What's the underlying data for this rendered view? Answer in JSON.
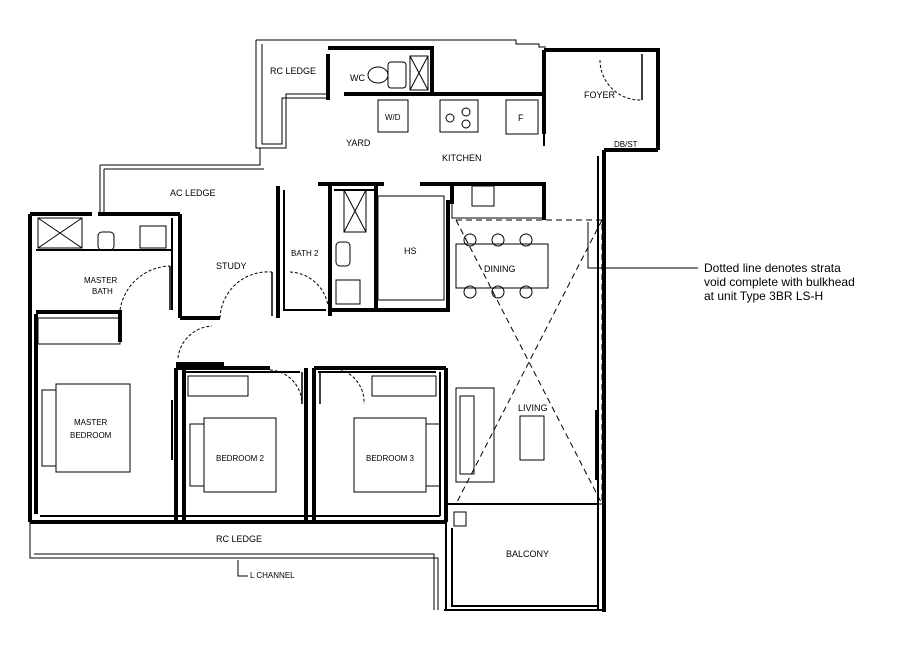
{
  "rooms": {
    "rc_ledge_top": "RC LEDGE",
    "wc": "WC",
    "foyer": "FOYER",
    "wd": "W/D",
    "fridge": "F",
    "yard": "YARD",
    "kitchen": "KITCHEN",
    "db_st": "DB/ST",
    "ac_ledge": "AC LEDGE",
    "master_bath_1": "MASTER",
    "master_bath_2": "BATH",
    "study": "STUDY",
    "bath2": "BATH 2",
    "hs": "HS",
    "dining": "DINING",
    "master_bedroom_1": "MASTER",
    "master_bedroom_2": "BEDROOM",
    "bedroom2": "BEDROOM 2",
    "bedroom3": "BEDROOM 3",
    "living": "LIVING",
    "rc_ledge_bottom": "RC LEDGE",
    "balcony": "BALCONY",
    "l_channel": "L CHANNEL"
  },
  "note": {
    "line1": "Dotted line denotes strata",
    "line2": "void complete with bulkhead",
    "line3": "at unit Type 3BR LS-H"
  }
}
